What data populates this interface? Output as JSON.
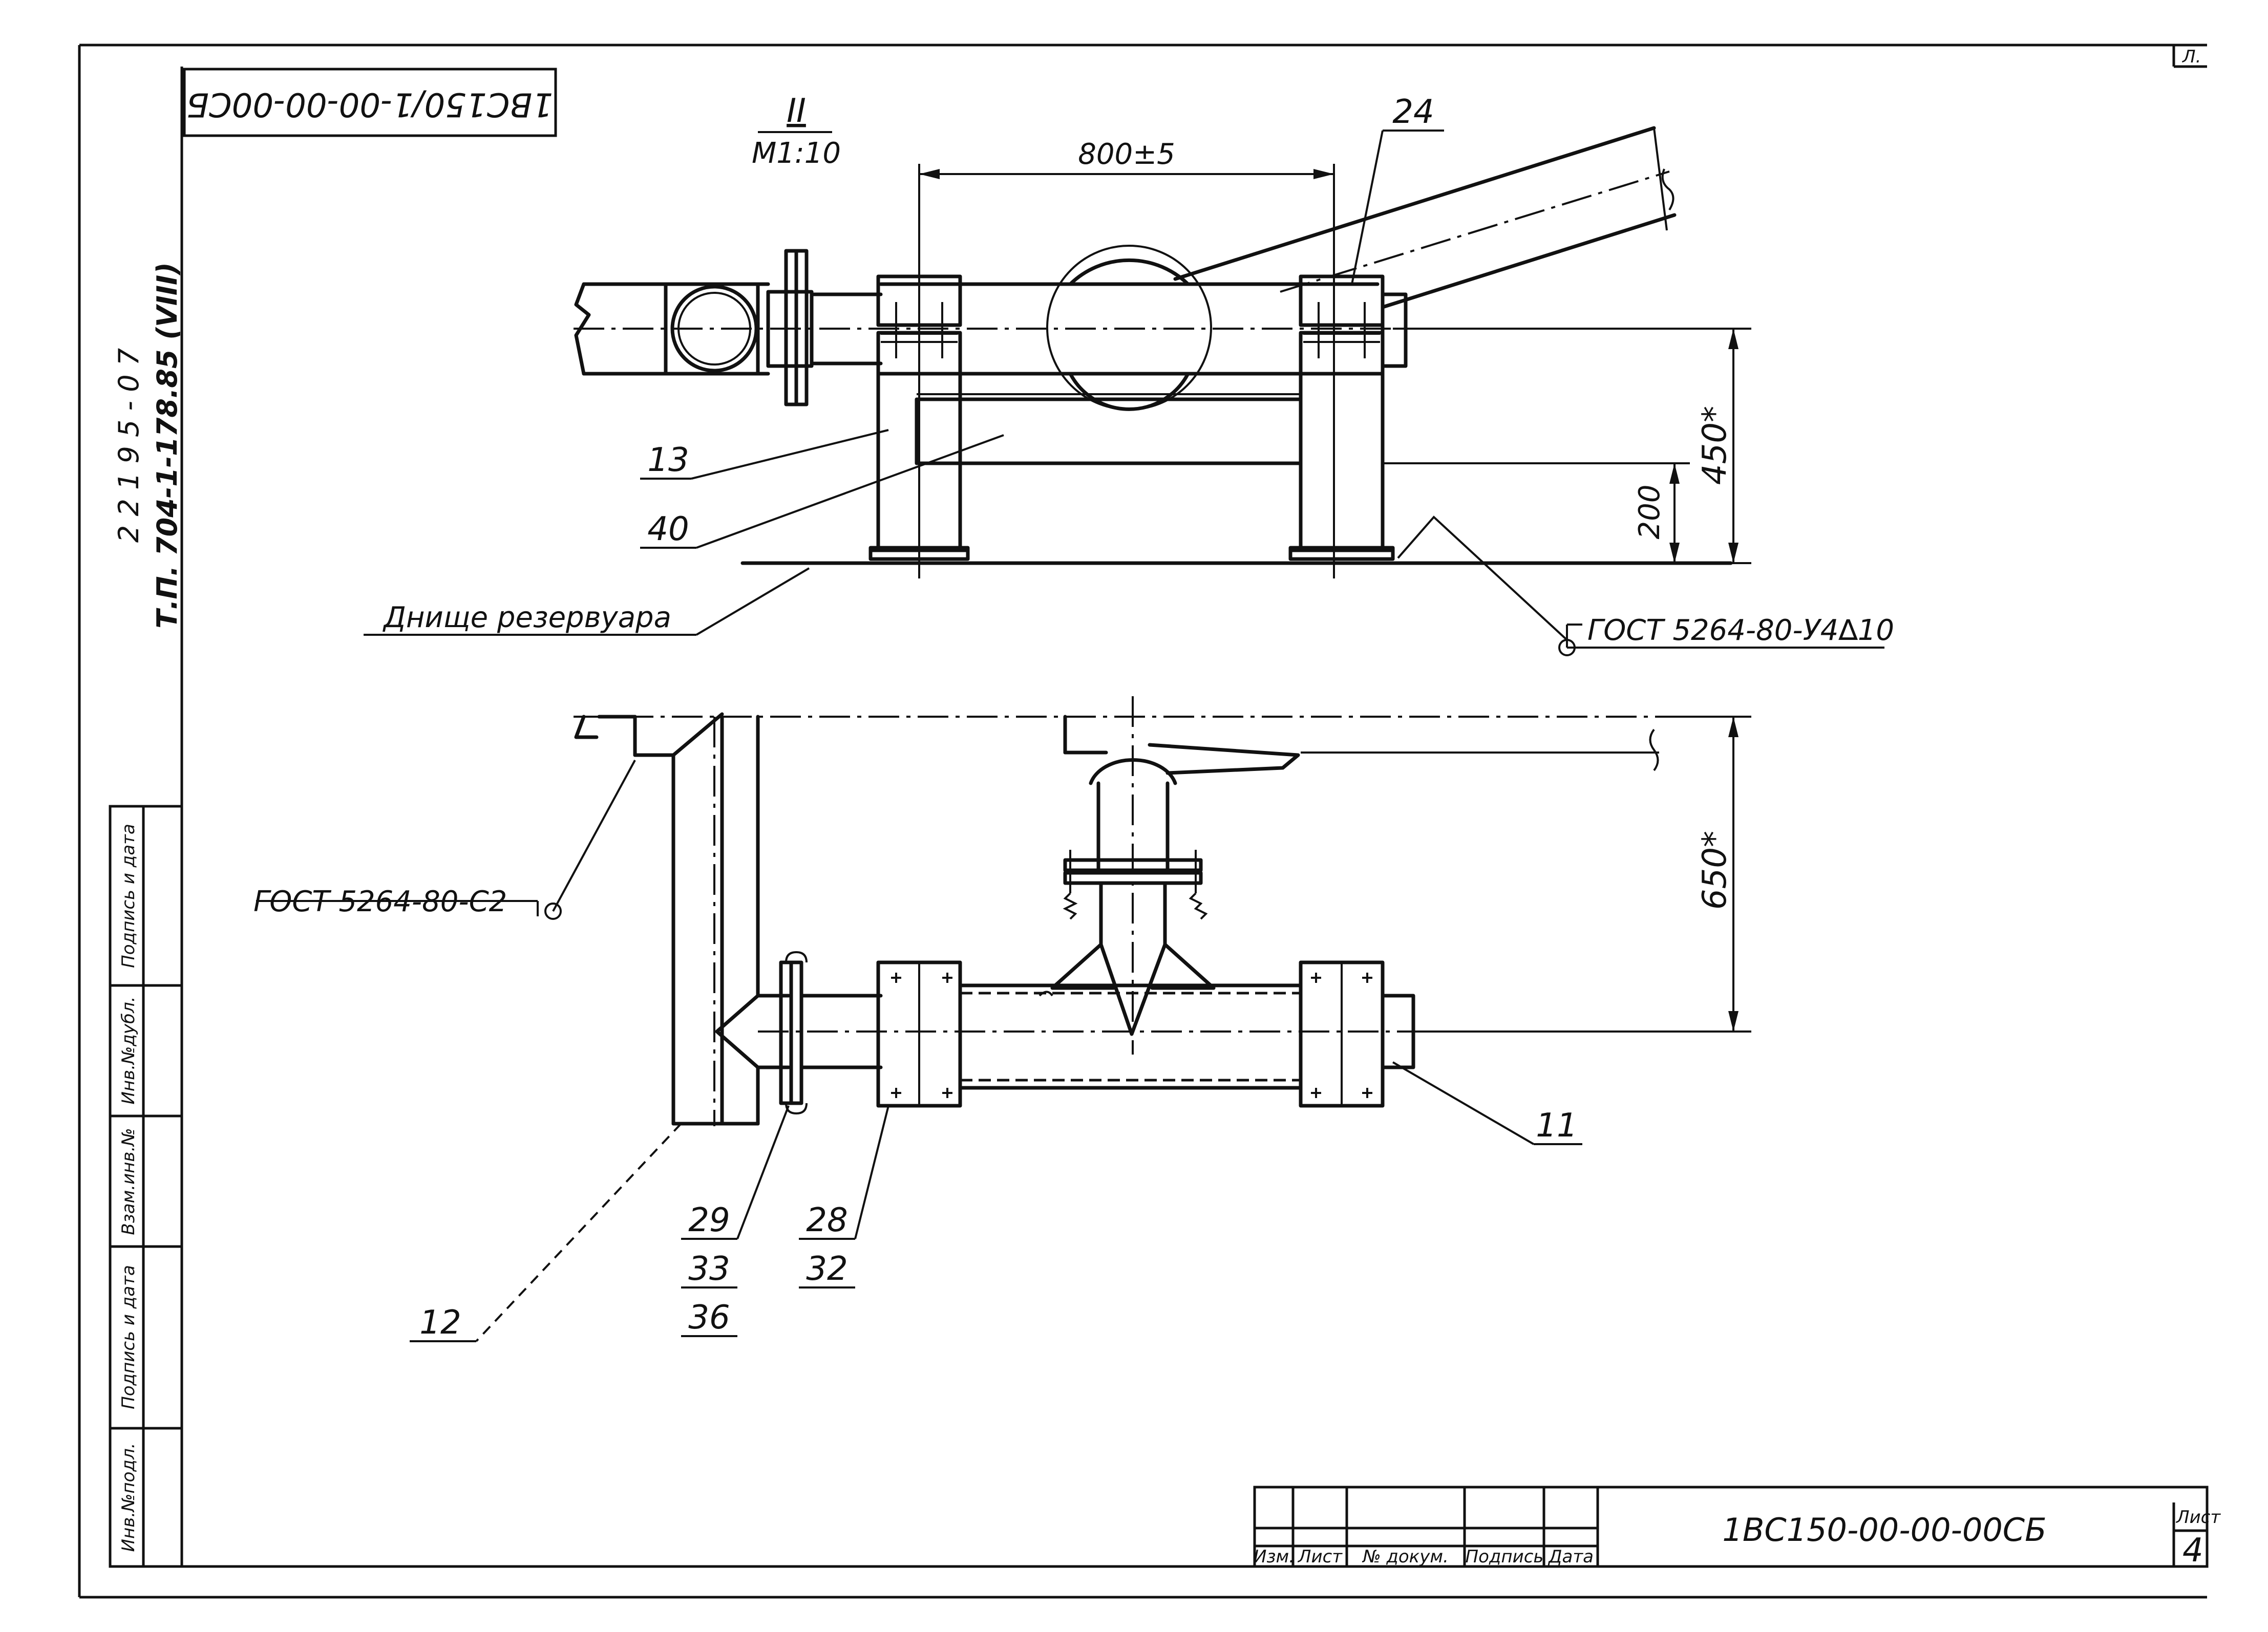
{
  "drawing": {
    "code_stamp": "1ВС150/1-00-00-00СБ",
    "view_label": "II",
    "view_scale": "М1:10",
    "dim_span": "800±5",
    "dim_height_top": "450*",
    "dim_height_base": "200",
    "dim_height_bottom": "650*",
    "tank_bottom_label": "Днище резервуара",
    "weld_top": "ГОСТ 5264-80-У4∆10",
    "weld_bottom": "ГОСТ 5264-80-С2",
    "pos": {
      "p24": "24",
      "p13": "13",
      "p40": "40",
      "p11": "11",
      "p12": "12",
      "p29": "29",
      "p33": "33",
      "p36": "36",
      "p28": "28",
      "p32": "32"
    },
    "side_text_1": "2 2 1 9 5 - 0 7",
    "side_text_2": "Т.П. 704-1-178.85 (VIII)"
  },
  "stamp_columns": [
    "Инв.№подл.",
    "Подпись и дата",
    "Взам.инв.№",
    "Инв.№дубл.",
    "Подпись и дата"
  ],
  "title_block": {
    "headers": [
      "Изм.",
      "Лист",
      "№ докум.",
      "Подпись",
      "Дата"
    ],
    "designation": "1ВС150-00-00-00СБ",
    "sheet_label": "Лист",
    "sheet_no": "4",
    "corner_mark": "Л."
  }
}
